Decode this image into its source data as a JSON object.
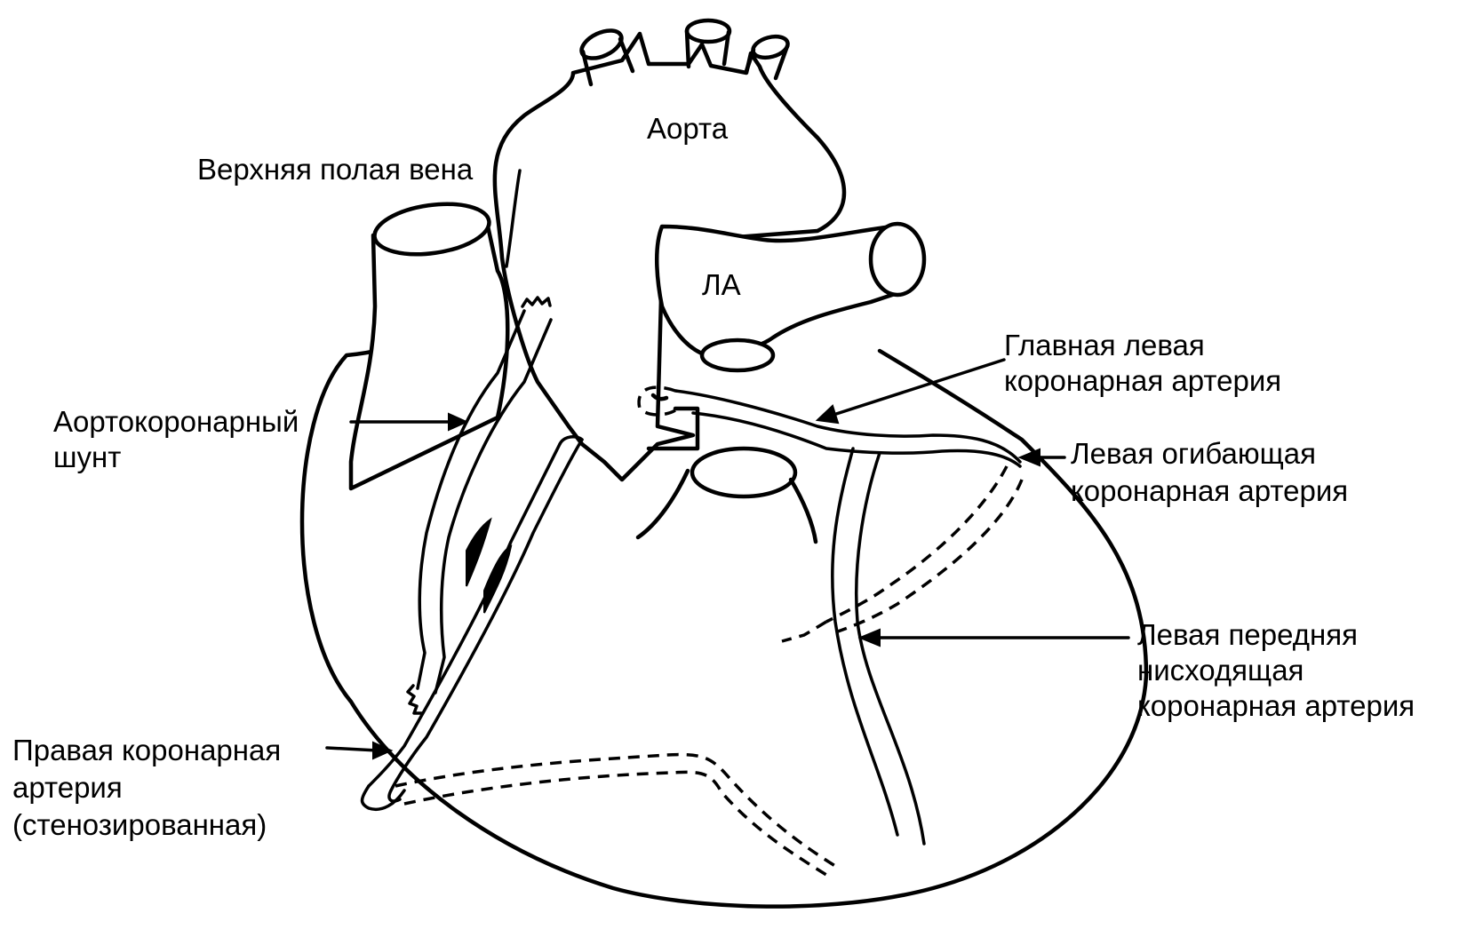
{
  "labels": {
    "aorta": "Аорта",
    "svc": "Верхняя полая вена",
    "pa": "ЛА",
    "bypass_line1": "Аортокоронарный",
    "bypass_line2": "шунт",
    "main_left_line1": "Главная левая",
    "main_left_line2": "коронарная артерия",
    "circumflex_line1": "Левая огибающая",
    "circumflex_line2": "коронарная артерия",
    "lad_line1": "Левая передняя",
    "lad_line2": "нисходящая",
    "lad_line3": "коронарная артерия",
    "rca_line1": "Правая коронарная",
    "rca_line2": "артерия",
    "rca_line3": "(стенозированная)"
  }
}
